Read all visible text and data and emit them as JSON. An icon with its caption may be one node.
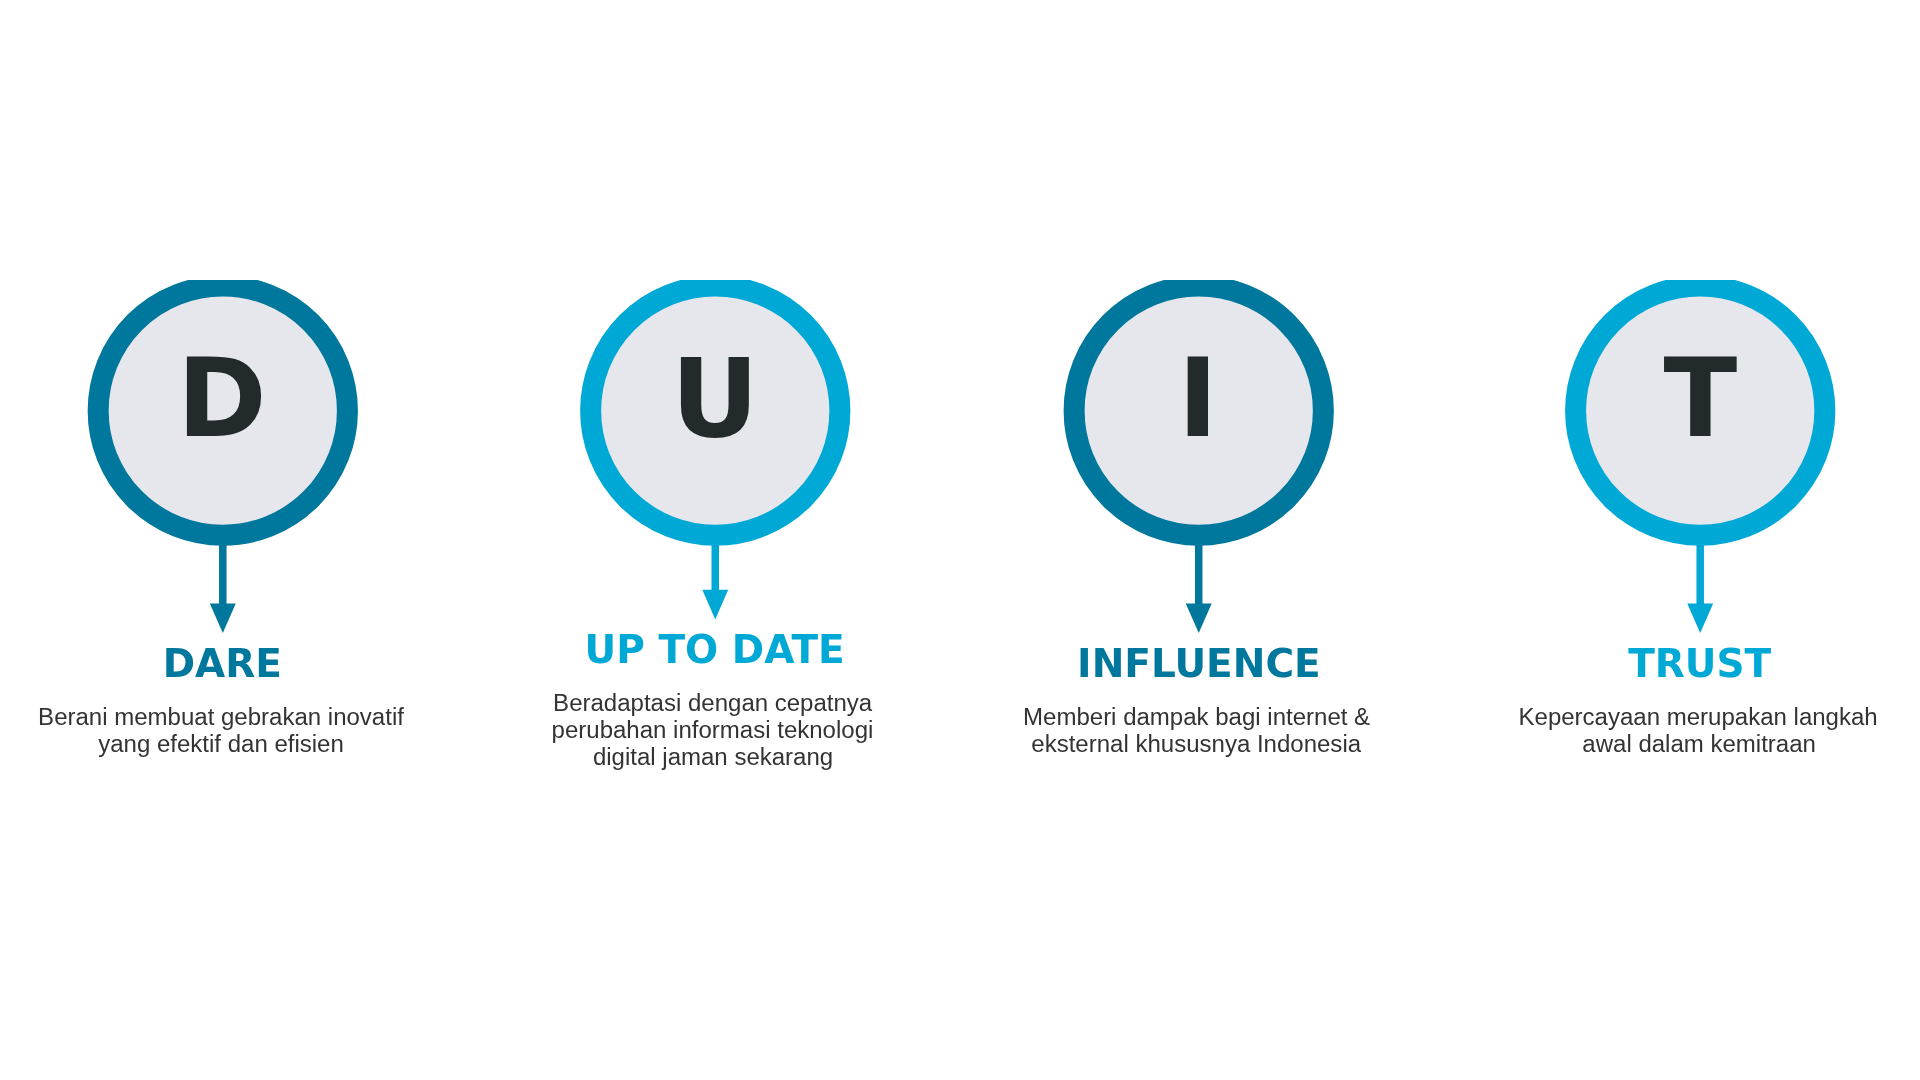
{
  "diagram": {
    "nodes": [
      {
        "text": [
          "D"
        ]
      },
      {
        "text": [
          "U"
        ]
      },
      {
        "text": [
          "I"
        ]
      },
      {
        "text": [
          "T"
        ]
      },
      {
        "text": [
          "DARE",
          "Berani membuat gebrakan inovatif yang efektif dan efisien"
        ]
      },
      {
        "text": [
          "UP TO DATE",
          "Beradaptasi dengan cepatnya perubahan informasi teknologi digital jaman sekarang"
        ]
      },
      {
        "text": [
          "INFLUENCE",
          "Memberi dampak bagi internet & eksternal khususnya Indonesia"
        ]
      },
      {
        "text": [
          "TRUST",
          "Kepercayaan merupakan langkah awal dalam kemitraan"
        ]
      }
    ],
    "edges": [
      {
        "from": 0,
        "to": 4,
        "arrow": "to",
        "color": "#00779c"
      },
      {
        "from": 1,
        "to": 5,
        "arrow": "to",
        "color": "#00a8d6"
      },
      {
        "from": 2,
        "to": 6,
        "arrow": "to",
        "color": "#00779c"
      },
      {
        "from": 3,
        "to": 7,
        "arrow": "to",
        "color": "#00a8d6"
      }
    ]
  }
}
